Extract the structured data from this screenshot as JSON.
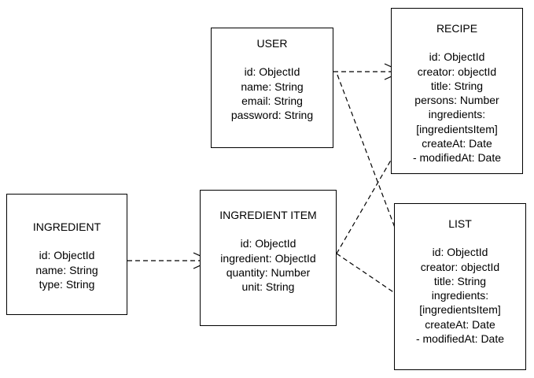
{
  "entities": {
    "user": {
      "title": "USER",
      "fields": [
        "id: ObjectId",
        "name: String",
        "email: String",
        "password: String"
      ]
    },
    "recipe": {
      "title": "RECIPE",
      "fields": [
        "id: ObjectId",
        "creator: objectId",
        "title: String",
        "persons: Number",
        "ingredients:",
        "[ingredientsItem]",
        "createAt: Date",
        "- modifiedAt: Date"
      ]
    },
    "ingredient": {
      "title": "INGREDIENT",
      "fields": [
        "id: ObjectId",
        "name: String",
        "type: String"
      ]
    },
    "ingredient_item": {
      "title": "INGREDIENT ITEM",
      "fields": [
        "id: ObjectId",
        "ingredient: ObjectId",
        "quantity: Number",
        "unit: String"
      ]
    },
    "list": {
      "title": "LIST",
      "fields": [
        "id: ObjectId",
        "creator: objectId",
        "title: String",
        "ingredients:",
        "[ingredientsItem]",
        "createAt: Date",
        "- modifiedAt: Date"
      ]
    }
  },
  "relations": [
    {
      "from": "user",
      "to": "recipe",
      "style": "dashed-open-arrow"
    },
    {
      "from": "user",
      "to": "list",
      "style": "dashed-open-arrow"
    },
    {
      "from": "ingredient",
      "to": "ingredient_item",
      "style": "dashed-open-arrow"
    },
    {
      "from": "ingredient_item",
      "to": "recipe",
      "style": "dashed-open-arrow"
    },
    {
      "from": "ingredient_item",
      "to": "list",
      "style": "dashed-open-arrow"
    }
  ]
}
